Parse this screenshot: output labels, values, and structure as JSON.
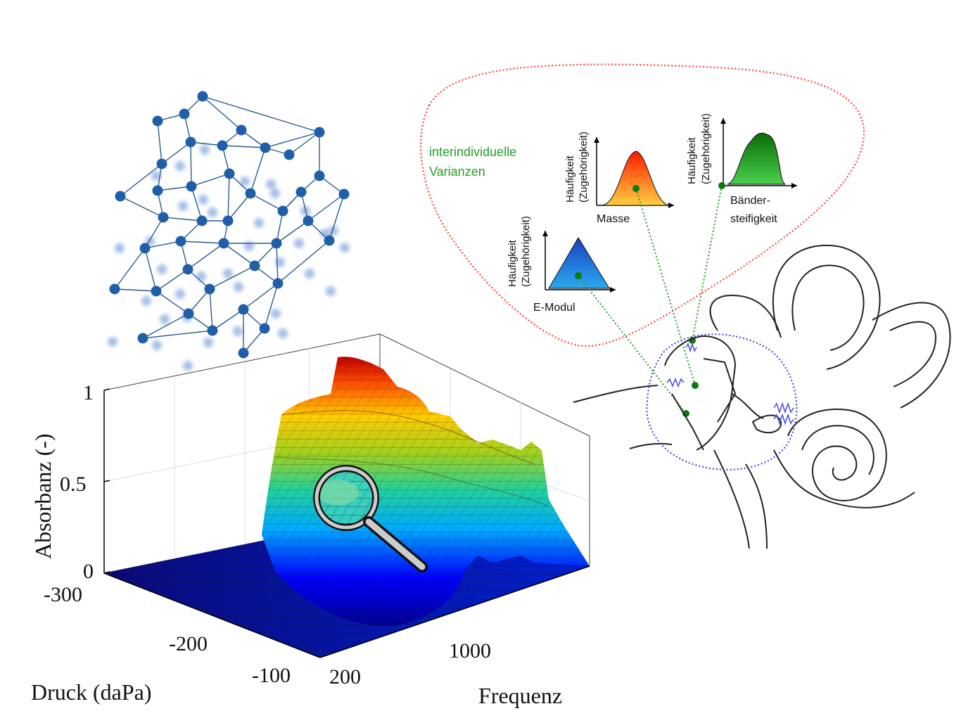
{
  "colors": {
    "network_node": "#1f5fa8",
    "network_edge": "#2a5a8f",
    "variance_green": "#22a022",
    "variance_border": "#ff4040",
    "ear_outline": "#222222",
    "ear_dotted": "#3a3ad0"
  },
  "variance": {
    "label_line1": "interindividuelle",
    "label_line2": "Varianzen",
    "ylabel_line1": "Häufigkeit",
    "ylabel_line2": "(Zugehörigkeit)",
    "distributions": [
      {
        "id": "emodul",
        "label": "E-Modul",
        "shape": "triangle",
        "colors": [
          "#1a3fbf",
          "#2aaaf0"
        ]
      },
      {
        "id": "masse",
        "label": "Masse",
        "shape": "bell",
        "colors": [
          "#ff1a00",
          "#ffd040"
        ]
      },
      {
        "id": "baender",
        "label_line1": "Bänder-",
        "label_line2": "steifigkeit",
        "shape": "plateau",
        "colors": [
          "#0a6a0a",
          "#4ad04a"
        ]
      }
    ]
  },
  "surface_plot": {
    "ylabel": "Absorbanz (-)",
    "xlabel": "Druck (daPa)",
    "zlabel": "Frequenz",
    "z_ticks": [
      "1",
      "0.5",
      "0"
    ],
    "druck_ticks": [
      "-300",
      "-200",
      "-100"
    ],
    "freq_ticks": [
      "200",
      "1000"
    ],
    "colormap": "jet",
    "zlim": [
      0,
      1
    ]
  },
  "icons": {
    "magnifier": "magnifier-icon"
  }
}
